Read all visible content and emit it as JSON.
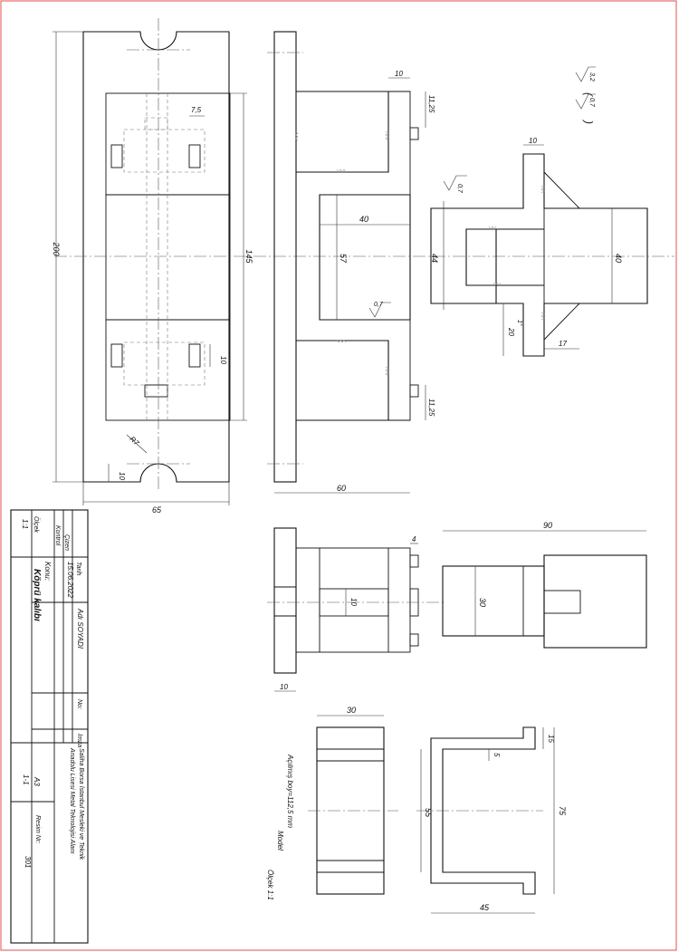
{
  "dimensions": {
    "d200": "200",
    "d145": "145",
    "d65": "65",
    "d7_5": "7,5",
    "d10_side": "10",
    "r7": "R7",
    "d10_bottom": "10",
    "d10_top": "10",
    "d11_25_top": "11,25",
    "d11_25_bot": "11,25",
    "d40_left": "40",
    "d57": "57",
    "d60": "60",
    "d0_7_a": "0,7",
    "d0_7_b": "0,7",
    "d44": "44",
    "d40_right": "40",
    "d10_flange": "10",
    "d20": "20",
    "d17": "17",
    "d1deg": "1°",
    "d90": "90",
    "d30_mid": "30",
    "d4": "4",
    "d10_mid": "10",
    "d10_base": "10",
    "d30_bot": "30",
    "d5": "5",
    "d15": "15",
    "d55": "55",
    "d75": "75",
    "d45": "45"
  },
  "surface": {
    "rough_a": "3,2",
    "rough_b": "0,7"
  },
  "notes": {
    "blank_length": "Açılmış boy=112,5 mm",
    "model": "Model",
    "scale": "Ölçek 1:1"
  },
  "title_block": {
    "cizen": "Çizen",
    "kontrol": "Kontrol",
    "olcek": "Ölçek",
    "olcek_value": "1:1",
    "tarih": "Tarih",
    "tarih_value": "15.06.2022",
    "adi": "Adı SOYADI",
    "no": "No:",
    "imza": "İmza",
    "konu": "Konu:",
    "konu_value": "Köprü kalıbı",
    "school_1": "Saliha Borsa İstanbul Mesleki ve Teknik",
    "school_2": "Anadolu Lisesi     Metal Teknolojisi Alanı",
    "paper": "A3",
    "sheet": "1-1",
    "resim_no": "Resim Nr:",
    "resim_value": "301"
  }
}
